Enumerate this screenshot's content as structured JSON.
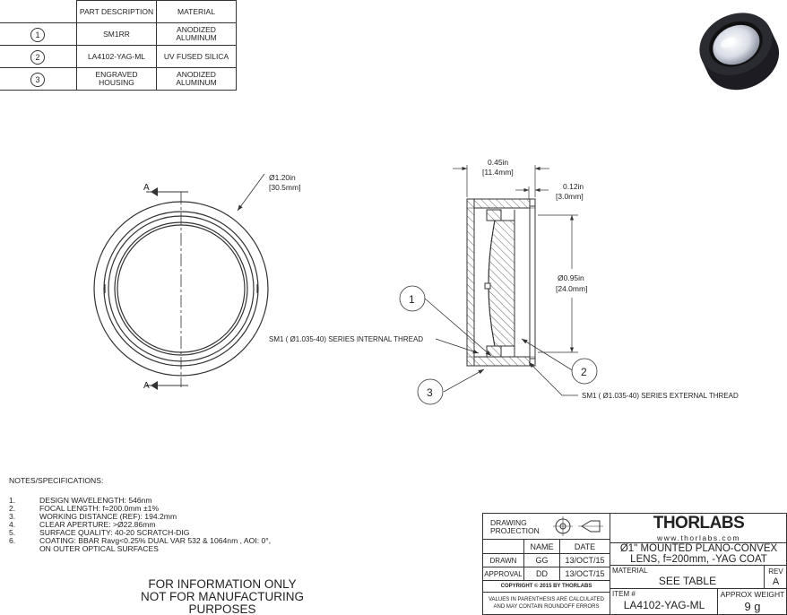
{
  "parts_table": {
    "headers": [
      "PART DESCRIPTION",
      "MATERIAL"
    ],
    "rows": [
      {
        "num": "1",
        "desc": "SM1RR",
        "material": "ANODIZED ALUMINUM"
      },
      {
        "num": "2",
        "desc": "LA4102-YAG-ML",
        "material": "UV FUSED SILICA"
      },
      {
        "num": "3",
        "desc": "ENGRAVED HOUSING",
        "material": "ANODIZED ALUMINUM"
      }
    ]
  },
  "drawing": {
    "section_label": "A",
    "outer_diameter_in": "Ø1.20in",
    "outer_diameter_mm": "[30.5mm]",
    "width_in": "0.45in",
    "width_mm": "[11.4mm]",
    "retainer_in": "0.12in",
    "retainer_mm": "[3.0mm]",
    "clear_diameter_in": "Ø0.95in",
    "clear_diameter_mm": "[24.0mm]",
    "internal_thread": "SM1 ( Ø1.035-40) SERIES INTERNAL THREAD",
    "external_thread": "SM1 ( Ø1.035-40) SERIES EXTERNAL THREAD",
    "balloons": [
      "1",
      "2",
      "3"
    ]
  },
  "notes": {
    "heading": "NOTES/SPECIFICATIONS:",
    "items": [
      {
        "num": "1.",
        "text": "DESIGN WAVELENGTH: 546nm"
      },
      {
        "num": "2.",
        "text": "FOCAL LENGTH: f=200.0mm ±1%"
      },
      {
        "num": "3.",
        "text": "WORKING DISTANCE (REF): 194.2mm"
      },
      {
        "num": "4.",
        "text": "CLEAR APERTURE: >Ø22.86mm"
      },
      {
        "num": "5.",
        "text": "SURFACE QUALITY: 40-20 SCRATCH-DIG"
      },
      {
        "num": "6.",
        "text": "COATING: BBAR Ravg<0.25% DUAL VAR 532 & 1064nm , AOI: 0°,"
      },
      {
        "num": "",
        "text": "ON OUTER OPTICAL SURFACES"
      }
    ]
  },
  "info": {
    "line1": "FOR INFORMATION ONLY",
    "line2": "NOT FOR MANUFACTURING PURPOSES"
  },
  "title_block": {
    "projection": "DRAWING PROJECTION",
    "name_hdr": "NAME",
    "date_hdr": "DATE",
    "drawn_label": "DRAWN",
    "drawn_name": "GG",
    "drawn_date": "13/OCT/15",
    "approval_label": "APPROVAL",
    "approval_name": "DD",
    "approval_date": "13/OCT/15",
    "copyright": "COPYRIGHT © 2015 BY THORLABS",
    "disclaimer1": "VALUES IN PARENTHESIS ARE CALCULATED",
    "disclaimer2": "AND MAY CONTAIN ROUNDOFF ERRORS",
    "logo": "THORLABS",
    "url": "www.thorlabs.com",
    "title1": "Ø1\" MOUNTED PLANO-CONVEX",
    "title2": "LENS, f=200mm, -YAG COAT",
    "material_label": "MATERIAL",
    "material_value": "SEE TABLE",
    "rev_label": "REV",
    "rev_value": "A",
    "item_label": "ITEM #",
    "item_value": "LA4102-YAG-ML",
    "weight_label": "APPROX WEIGHT",
    "weight_value": "9 g"
  }
}
